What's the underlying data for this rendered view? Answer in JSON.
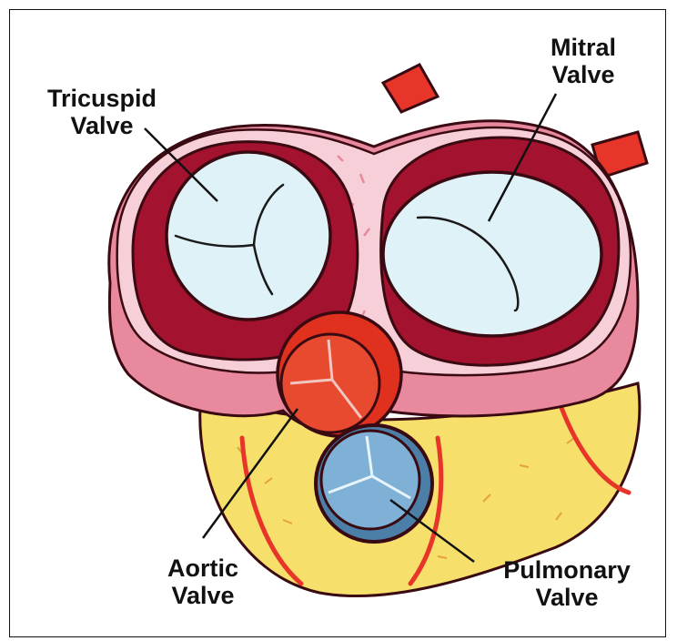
{
  "labels": {
    "tricuspid": {
      "line1": "Tricuspid",
      "line2": "Valve"
    },
    "mitral": {
      "line1": "Mitral",
      "line2": "Valve"
    },
    "aortic": {
      "line1": "Aortic",
      "line2": "Valve"
    },
    "pulmonary": {
      "line1": "Pulmonary",
      "line2": "Valve"
    }
  },
  "colors": {
    "outline": "#3a0a12",
    "muscle_dark": "#a3122e",
    "muscle_mid": "#c91d44",
    "wall_pink": "#e8899e",
    "septum_pink": "#f7cfd8",
    "valve_white": "#dff2f8",
    "aorta_red": "#e0301e",
    "pulmonary_blue": "#7fb0d6",
    "fat_yellow": "#f6df6a",
    "vessel_red": "#e8352a"
  }
}
